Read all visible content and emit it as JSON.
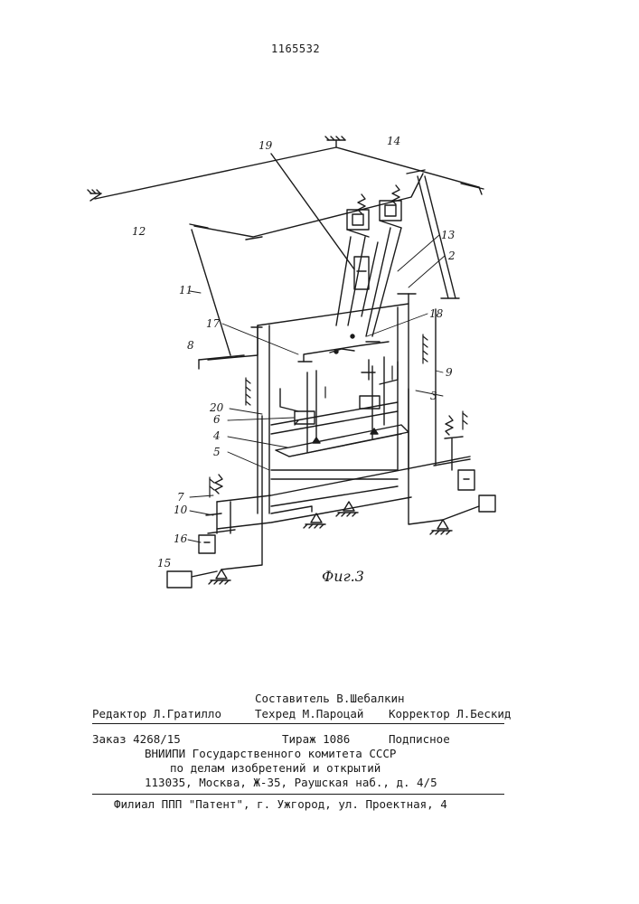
{
  "patent_number": "1165532",
  "figure": {
    "caption": "Фиг.3",
    "labels": [
      "19",
      "14",
      "12",
      "13",
      "2",
      "11",
      "17",
      "18",
      "8",
      "9",
      "3",
      "20",
      "6",
      "4",
      "5",
      "7",
      "10",
      "16",
      "15"
    ]
  },
  "imprint": {
    "compiler": "Составитель В.Шебалкин",
    "editor": "Редактор Л.Гратилло",
    "techred": "Техред М.Пароцай",
    "corrector": "Корректор Л.Бескид",
    "order": "Заказ 4268/15",
    "circulation": "Тираж 1086",
    "subscription": "Подписное",
    "org_line1": "ВНИИПИ Государственного комитета СССР",
    "org_line2": "по делам изобретений и открытий",
    "org_line3": "113035, Москва, Ж-35, Раушская наб., д. 4/5",
    "branch": "Филиал ППП \"Патент\", г. Ужгород, ул. Проектная, 4"
  }
}
